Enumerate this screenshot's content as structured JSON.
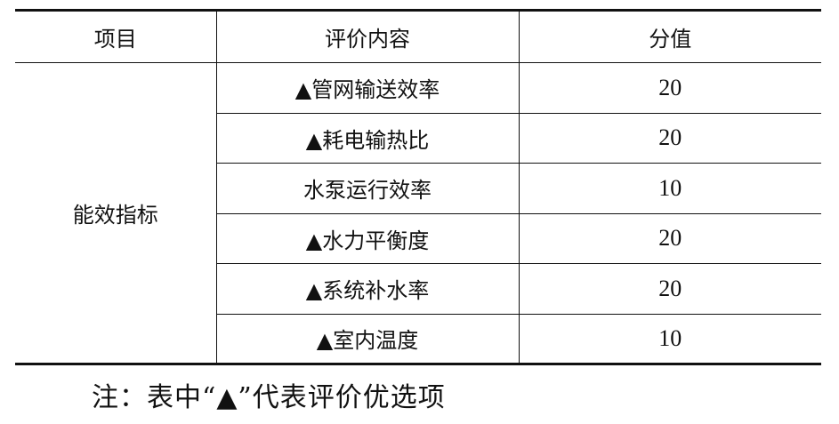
{
  "table": {
    "headers": [
      "项目",
      "评价内容",
      "分值"
    ],
    "group_label": "能效指标",
    "rows": [
      {
        "content": "▲管网输送效率",
        "score": "20"
      },
      {
        "content": "▲耗电输热比",
        "score": "20"
      },
      {
        "content": "水泵运行效率",
        "score": "10"
      },
      {
        "content": "▲水力平衡度",
        "score": "20"
      },
      {
        "content": "▲系统补水率",
        "score": "20"
      },
      {
        "content": "▲室内温度",
        "score": "10"
      }
    ]
  },
  "note": "注：表中“▲”代表评价优选项"
}
